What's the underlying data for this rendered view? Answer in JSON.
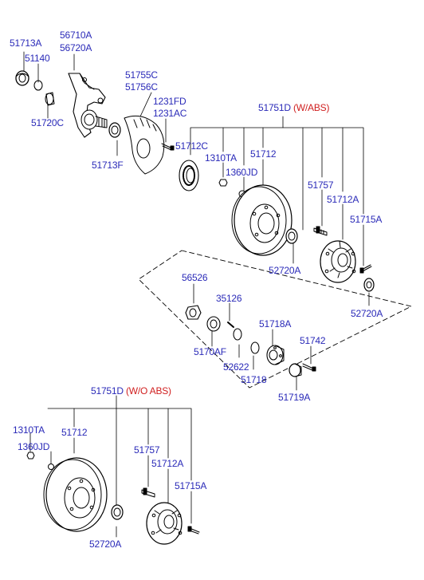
{
  "colors": {
    "part_number": "#2a2ab8",
    "variant_note": "#d01f1f",
    "line": "#000000"
  },
  "upper_group": {
    "assembly": {
      "part": "51751D",
      "note": "(W/ABS)"
    },
    "labels": {
      "p51713A": "51713A",
      "p51140": "51140",
      "p56710A": "56710A",
      "p56720A": "56720A",
      "p51720C": "51720C",
      "p51755C": "51755C",
      "p51756C": "51756C",
      "p1231FD": "1231FD",
      "p1231AC": "1231AC",
      "p51713F": "51713F",
      "p51712C": "51712C",
      "p1310TA": "1310TA",
      "p51712": "51712",
      "p1360JD": "1360JD",
      "p51757": "51757",
      "p51712A": "51712A",
      "p51715A": "51715A",
      "p52720A_1": "52720A",
      "p52720A_2": "52720A"
    }
  },
  "middle_group": {
    "labels": {
      "p56526": "56526",
      "p35126": "35126",
      "p5170AF": "5170AF",
      "p51718A": "51718A",
      "p52622": "52622",
      "p51742": "51742",
      "p51718": "51718",
      "p51719A": "51719A"
    }
  },
  "lower_group": {
    "assembly": {
      "part": "51751D",
      "note": "(W/O ABS)"
    },
    "labels": {
      "p1310TA": "1310TA",
      "p51712": "51712",
      "p1360JD": "1360JD",
      "p51757": "51757",
      "p51712A": "51712A",
      "p51715A": "51715A",
      "p52720A": "52720A"
    }
  }
}
